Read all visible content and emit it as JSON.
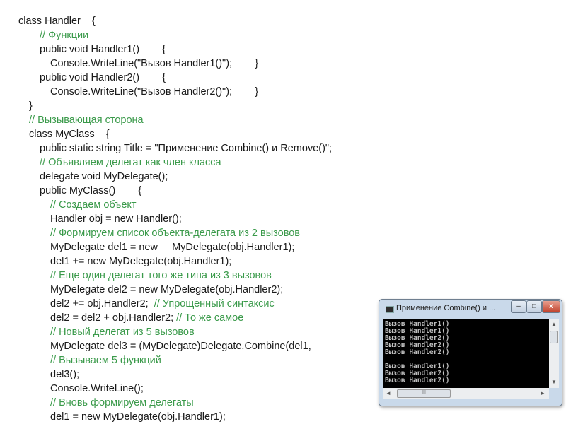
{
  "code": [
    {
      "indent": 0,
      "parts": [
        {
          "t": "class Handler    {",
          "c": "code"
        }
      ]
    },
    {
      "indent": 2,
      "parts": [
        {
          "t": "// Функции",
          "c": "comment"
        }
      ]
    },
    {
      "indent": 2,
      "parts": [
        {
          "t": "public void Handler1()        {",
          "c": "code"
        }
      ]
    },
    {
      "indent": 3,
      "parts": [
        {
          "t": "Console.WriteLine(\"Вызов Handler1()\");        }",
          "c": "code"
        }
      ]
    },
    {
      "indent": 2,
      "parts": [
        {
          "t": "public void Handler2()        {",
          "c": "code"
        }
      ]
    },
    {
      "indent": 3,
      "parts": [
        {
          "t": "Console.WriteLine(\"Вызов Handler2()\");        }",
          "c": "code"
        }
      ]
    },
    {
      "indent": 1,
      "parts": [
        {
          "t": "}",
          "c": "code"
        }
      ]
    },
    {
      "indent": 1,
      "parts": [
        {
          "t": "// Вызывающая сторона",
          "c": "comment"
        }
      ]
    },
    {
      "indent": 1,
      "parts": [
        {
          "t": "class MyClass    {",
          "c": "code"
        }
      ]
    },
    {
      "indent": 2,
      "parts": [
        {
          "t": "public static string Title = \"Применение Combine() и Remove()\";",
          "c": "code"
        }
      ]
    },
    {
      "indent": 2,
      "parts": [
        {
          "t": "// Объявляем делегат как член класса",
          "c": "comment"
        }
      ]
    },
    {
      "indent": 2,
      "parts": [
        {
          "t": "delegate void MyDelegate();",
          "c": "code"
        }
      ]
    },
    {
      "indent": 2,
      "parts": [
        {
          "t": "public MyClass()        {",
          "c": "code"
        }
      ]
    },
    {
      "indent": 3,
      "parts": [
        {
          "t": "// Создаем объект",
          "c": "comment"
        }
      ]
    },
    {
      "indent": 3,
      "parts": [
        {
          "t": "Handler obj = new Handler();",
          "c": "code"
        }
      ]
    },
    {
      "indent": 3,
      "parts": [
        {
          "t": "// Формируем список объекта-делегата из 2 вызовов",
          "c": "comment"
        }
      ]
    },
    {
      "indent": 3,
      "parts": [
        {
          "t": "MyDelegate del1 = new     MyDelegate(obj.Handler1);",
          "c": "code"
        }
      ]
    },
    {
      "indent": 3,
      "parts": [
        {
          "t": "del1 += new MyDelegate(obj.Handler1);",
          "c": "code"
        }
      ]
    },
    {
      "indent": 3,
      "parts": [
        {
          "t": "// Еще один делегат того же типа из 3 вызовов",
          "c": "comment"
        }
      ]
    },
    {
      "indent": 3,
      "parts": [
        {
          "t": "MyDelegate del2 = new MyDelegate(obj.Handler2);",
          "c": "code"
        }
      ]
    },
    {
      "indent": 3,
      "parts": [
        {
          "t": "del2 += obj.Handler2;  ",
          "c": "code"
        },
        {
          "t": "// Упрощенный синтаксис",
          "c": "comment"
        }
      ]
    },
    {
      "indent": 3,
      "parts": [
        {
          "t": "del2 = del2 + obj.Handler2; ",
          "c": "code"
        },
        {
          "t": "// То же самое",
          "c": "comment"
        }
      ]
    },
    {
      "indent": 3,
      "parts": [
        {
          "t": "// Новый делегат из 5 вызовов",
          "c": "comment"
        }
      ]
    },
    {
      "indent": 3,
      "parts": [
        {
          "t": "MyDelegate del3 = (MyDelegate)Delegate.Combine(del1,",
          "c": "code"
        }
      ]
    },
    {
      "indent": 3,
      "parts": [
        {
          "t": "// Вызываем 5 функций",
          "c": "comment"
        }
      ]
    },
    {
      "indent": 3,
      "parts": [
        {
          "t": "del3();",
          "c": "code"
        }
      ]
    },
    {
      "indent": 3,
      "parts": [
        {
          "t": "Console.WriteLine();",
          "c": "code"
        }
      ]
    },
    {
      "indent": 3,
      "parts": [
        {
          "t": "// Вновь формируем делегаты",
          "c": "comment"
        }
      ]
    },
    {
      "indent": 3,
      "parts": [
        {
          "t": "del1 = new MyDelegate(obj.Handler1);",
          "c": "code"
        }
      ]
    }
  ],
  "colors": {
    "code": "#1a1a1a",
    "comment": "#3a9a4a",
    "console_bg": "#000000",
    "console_text": "#c0c0c0"
  },
  "console_window": {
    "title": "Применение Combine() и ...",
    "icon": "console-app-icon",
    "buttons": {
      "minimize": "–",
      "maximize": "□",
      "close": "x"
    },
    "output": [
      "Вызов Handler1()",
      "Вызов Handler1()",
      "Вызов Handler2()",
      "Вызов Handler2()",
      "Вызов Handler2()",
      "",
      "Вызов Handler1()",
      "Вызов Handler2()",
      "Вызов Handler2()"
    ],
    "hscroll_grip": "III"
  }
}
